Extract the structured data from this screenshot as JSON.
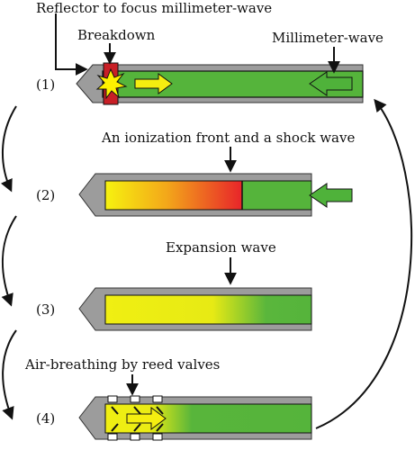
{
  "labels": {
    "reflector": "Reflector to focus millimeter-wave",
    "breakdown": "Breakdown",
    "millimeter_wave": "Millimeter-wave",
    "ionization_front": "An ionization front and a shock wave",
    "expansion_wave": "Expansion wave",
    "air_breathing": "Air-breathing by reed valves"
  },
  "stages": [
    {
      "label": "(1)"
    },
    {
      "label": "(2)"
    },
    {
      "label": "(3)"
    },
    {
      "label": "(4)"
    }
  ],
  "colors": {
    "tube_green": "#55b43b",
    "tube_wall": "#9c9c9c",
    "hot_yellow": "#f2f20e",
    "hot_red": "#e8242a",
    "breakdown_red": "#d01f25",
    "arrow_fill": "#f5ee10",
    "mmw_arrow": "#4fb23a"
  }
}
